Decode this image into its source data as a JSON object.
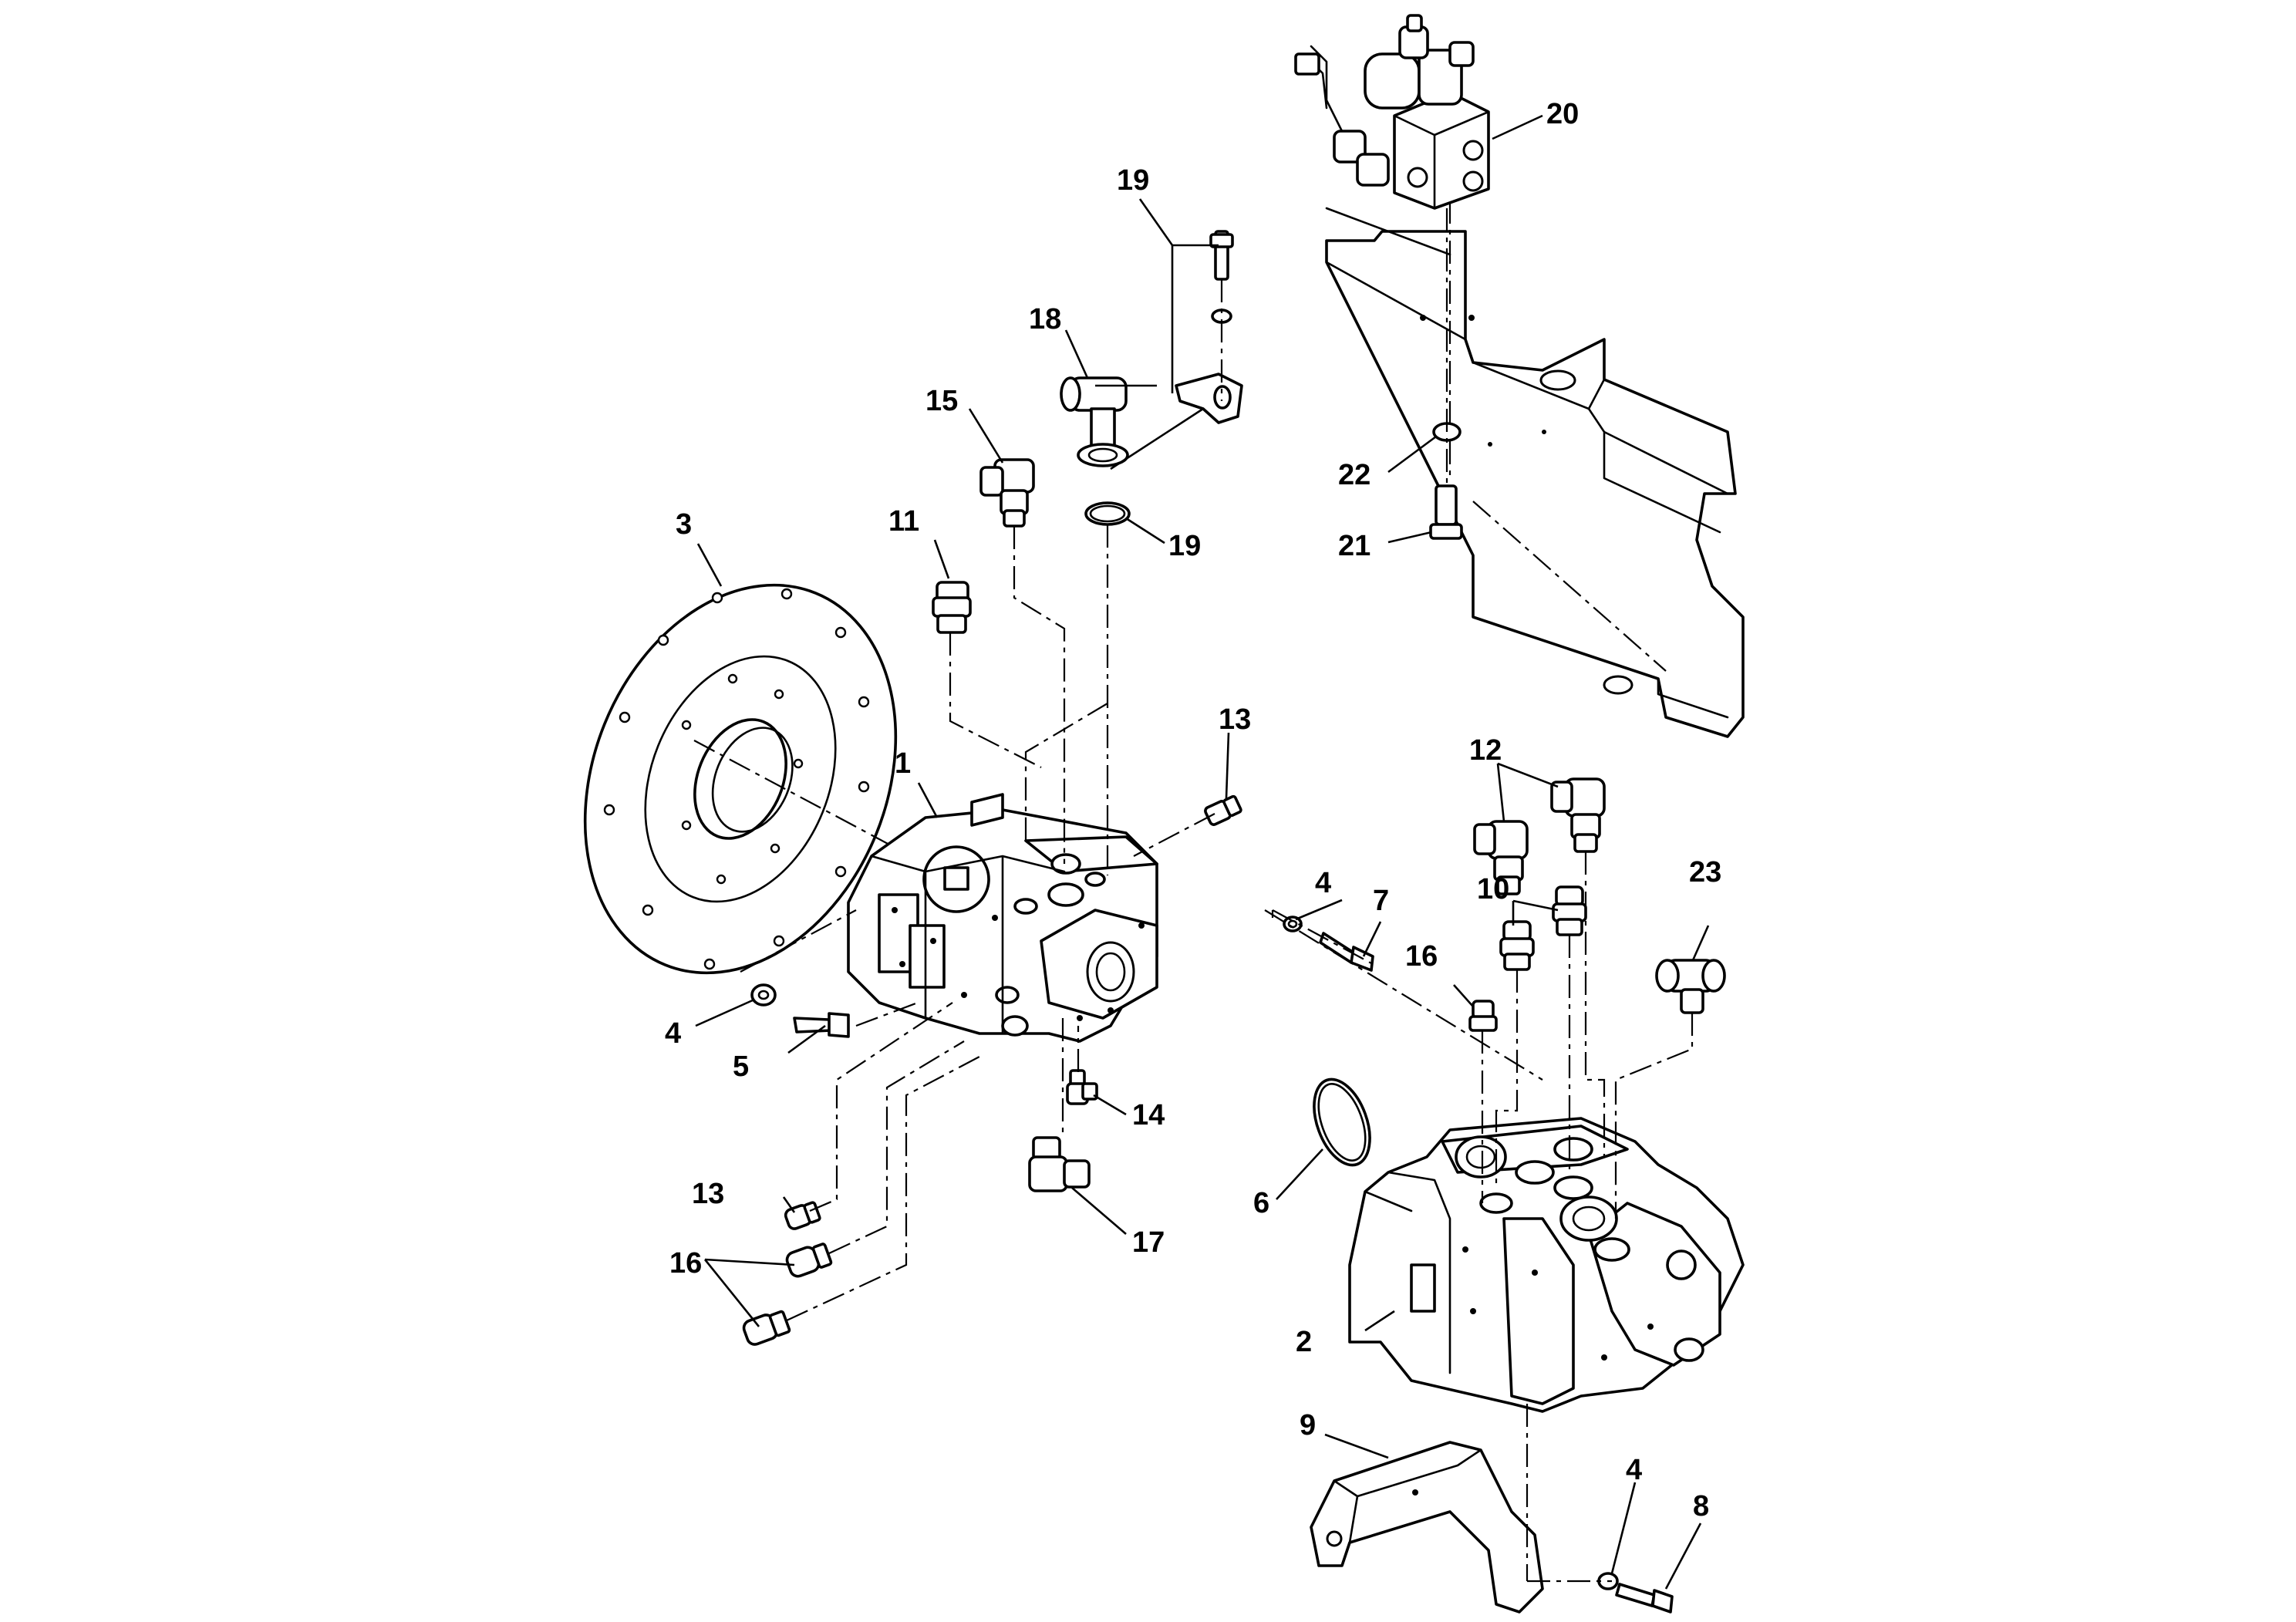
{
  "callouts": [
    {
      "id": "c1",
      "text": "1"
    },
    {
      "id": "c2",
      "text": "2"
    },
    {
      "id": "c3",
      "text": "3"
    },
    {
      "id": "c4a",
      "text": "4"
    },
    {
      "id": "c4b",
      "text": "4"
    },
    {
      "id": "c4c",
      "text": "4"
    },
    {
      "id": "c5",
      "text": "5"
    },
    {
      "id": "c6",
      "text": "6"
    },
    {
      "id": "c7",
      "text": "7"
    },
    {
      "id": "c8",
      "text": "8"
    },
    {
      "id": "c9",
      "text": "9"
    },
    {
      "id": "c10",
      "text": "10"
    },
    {
      "id": "c11",
      "text": "11"
    },
    {
      "id": "c12",
      "text": "12"
    },
    {
      "id": "c13a",
      "text": "13"
    },
    {
      "id": "c13b",
      "text": "13"
    },
    {
      "id": "c14",
      "text": "14"
    },
    {
      "id": "c15",
      "text": "15"
    },
    {
      "id": "c16a",
      "text": "16"
    },
    {
      "id": "c16b",
      "text": "16"
    },
    {
      "id": "c17",
      "text": "17"
    },
    {
      "id": "c18",
      "text": "18"
    },
    {
      "id": "c19a",
      "text": "19"
    },
    {
      "id": "c19b",
      "text": "19"
    },
    {
      "id": "c20",
      "text": "20"
    },
    {
      "id": "c21",
      "text": "21"
    },
    {
      "id": "c22",
      "text": "22"
    },
    {
      "id": "c23",
      "text": "23"
    }
  ],
  "colors": {
    "ink": "#000000",
    "paper": "#ffffff"
  }
}
